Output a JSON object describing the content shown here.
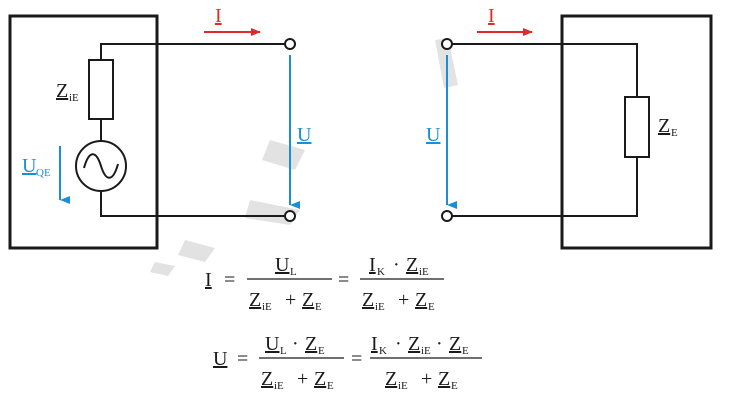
{
  "colors": {
    "arrow_red": "#e02b2b",
    "arrow_blue": "#1a8fd6",
    "wire": "#1a1a1a",
    "watermark": "#d6d6d6"
  },
  "source_circuit": {
    "impedance": {
      "main": "Z",
      "sub": "iE"
    },
    "source_voltage": {
      "main": "U",
      "sub": "QE"
    }
  },
  "terminals_left": {
    "current": "I",
    "voltage": "U"
  },
  "terminals_right": {
    "current": "I",
    "voltage": "U"
  },
  "load_circuit": {
    "impedance": {
      "main": "Z",
      "sub": "E"
    }
  },
  "equation_current": {
    "lhs": "I",
    "frac1_num": {
      "main": "U",
      "sub": "L"
    },
    "frac1_den": {
      "a": "Z",
      "a_sub": "iE",
      "op": "+",
      "b": "Z",
      "b_sub": "E"
    },
    "frac2_num": {
      "a": "I",
      "a_sub": "K",
      "op": "·",
      "b": "Z",
      "b_sub": "iE"
    },
    "frac2_den": {
      "a": "Z",
      "a_sub": "iE",
      "op": "+",
      "b": "Z",
      "b_sub": "E"
    },
    "equals": "="
  },
  "equation_voltage": {
    "lhs": "U",
    "frac1_num": {
      "a": "U",
      "a_sub": "L",
      "op": "·",
      "b": "Z",
      "b_sub": "E"
    },
    "frac1_den": {
      "a": "Z",
      "a_sub": "iE",
      "op": "+",
      "b": "Z",
      "b_sub": "E"
    },
    "frac2_num": {
      "a": "I",
      "a_sub": "K",
      "op": "·",
      "b": "Z",
      "b_sub": "iE",
      "op2": "·",
      "c": "Z",
      "c_sub": "E"
    },
    "frac2_den": {
      "a": "Z",
      "a_sub": "iE",
      "op": "+",
      "b": "Z",
      "b_sub": "E"
    },
    "equals": "="
  }
}
